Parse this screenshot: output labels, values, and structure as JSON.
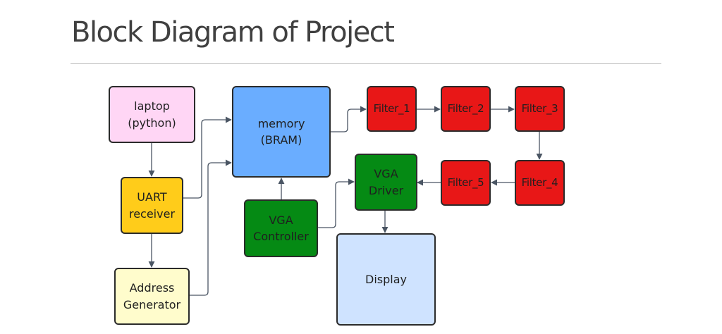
{
  "slide": {
    "title": "Block Diagram of Project"
  },
  "colors": {
    "laptop": "#ffd6f5",
    "uart": "#ffcc1a",
    "address": "#fffccc",
    "memory": "#6aadff",
    "vga_controller": "#058a14",
    "vga_driver": "#058a14",
    "filter": "#e81717",
    "display": "#cfe3ff",
    "connector": "#4a5563"
  },
  "blocks": {
    "laptop": "laptop\n(python)",
    "uart": "UART\nreceiver",
    "address": "Address\nGenerator",
    "memory": "memory\n(BRAM)",
    "vga_controller": "VGA\nController",
    "filter_1": "Filter_1",
    "filter_2": "Filter_2",
    "filter_3": "Filter_3",
    "filter_4": "Filter_4",
    "filter_5": "Filter_5",
    "vga_driver": "VGA\nDriver",
    "display": "Display"
  },
  "connections": [
    {
      "from": "laptop",
      "to": "uart"
    },
    {
      "from": "uart",
      "to": "address"
    },
    {
      "from": "uart",
      "to": "memory"
    },
    {
      "from": "address",
      "to": "memory"
    },
    {
      "from": "vga_controller",
      "to": "memory"
    },
    {
      "from": "memory",
      "to": "filter_1"
    },
    {
      "from": "filter_1",
      "to": "filter_2"
    },
    {
      "from": "filter_2",
      "to": "filter_3"
    },
    {
      "from": "filter_3",
      "to": "filter_4"
    },
    {
      "from": "filter_4",
      "to": "filter_5"
    },
    {
      "from": "filter_5",
      "to": "vga_driver"
    },
    {
      "from": "vga_controller",
      "to": "vga_driver"
    },
    {
      "from": "vga_driver",
      "to": "display"
    }
  ]
}
